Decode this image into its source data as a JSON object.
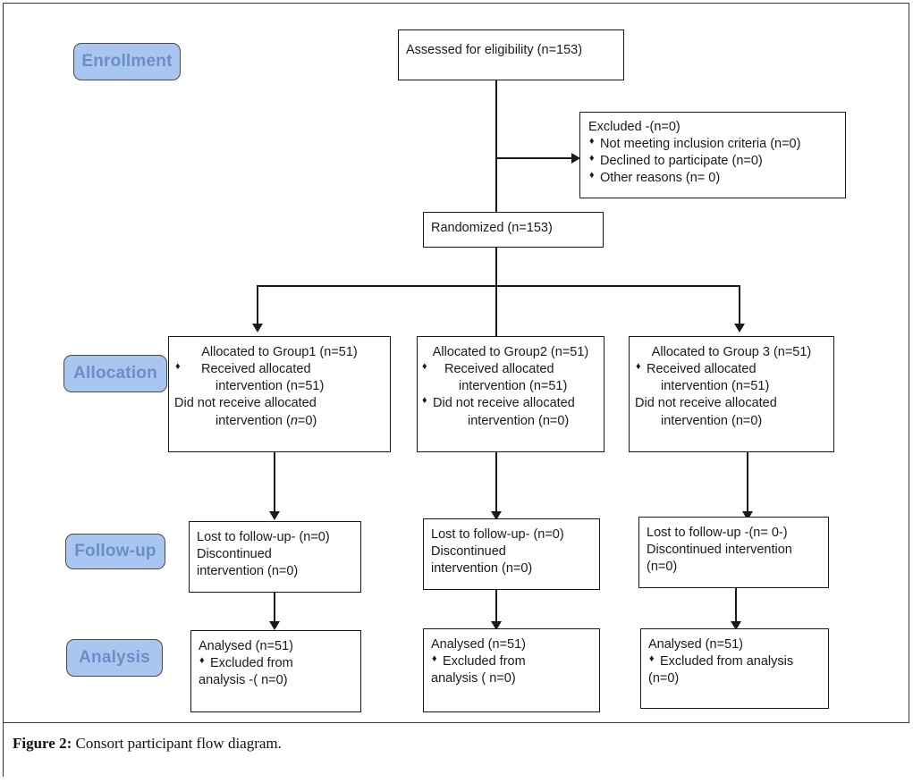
{
  "figure": {
    "caption_label": "Figure 2:",
    "caption_text": " Consort participant flow diagram."
  },
  "colors": {
    "stage_fill": "#a8c6f0",
    "stage_text": "#6a8fc7",
    "box_border": "#1a1a1a",
    "connector": "#1a1a1a"
  },
  "stages": [
    {
      "id": "enrollment",
      "label": "Enrollment"
    },
    {
      "id": "allocation",
      "label": "Allocation"
    },
    {
      "id": "followup",
      "label": "Follow-up"
    },
    {
      "id": "analysis",
      "label": "Analysis"
    }
  ],
  "nodes": {
    "assessed": {
      "line1": "Assessed for eligibility (n=153)"
    },
    "excluded": {
      "title": "Excluded -(n=0)",
      "bullets": [
        "Not meeting inclusion criteria (n=0)",
        "Declined to participate (n=0)",
        "Other reasons (n= 0)"
      ]
    },
    "randomized": {
      "line1": "Randomized (n=153)"
    },
    "alloc_g1": {
      "title": "Allocated to Group1 (n=51)",
      "bullet1_l1": "Received allocated",
      "bullet1_l2": "intervention (n=51)",
      "plain_l1": "Did not receive allocated",
      "plain_l2_pre": "intervention (",
      "plain_l2_ital": "n",
      "plain_l2_post": "=0)"
    },
    "alloc_g2": {
      "title": "Allocated to Group2 (n=51)",
      "bullet1_l1": "Received allocated",
      "bullet1_l2": "intervention (n=51)",
      "bullet2_l1": "Did not receive allocated",
      "bullet2_l2": "intervention (n=0)"
    },
    "alloc_g3": {
      "title": "Allocated to Group 3 (n=51)",
      "bullet1_l1": "Received allocated",
      "bullet1_l2": "intervention (n=51)",
      "plain_l1": "Did not receive allocated",
      "plain_l2": "intervention (n=0)"
    },
    "follow_g1": {
      "line1": "Lost to follow-up- (n=0)",
      "line2": "Discontinued",
      "line3": "intervention (n=0)"
    },
    "follow_g2": {
      "line1": "Lost to follow-up- (n=0)",
      "line2": "Discontinued",
      "line3": "intervention (n=0)"
    },
    "follow_g3": {
      "line1": "Lost to follow-up -(n= 0-)",
      "line2": "Discontinued intervention",
      "line3": "(n=0)"
    },
    "analysis_g1": {
      "title": "Analysed (n=51)",
      "bullet_l1": "Excluded from",
      "bullet_l2": "analysis -( n=0)"
    },
    "analysis_g2": {
      "title": "Analysed (n=51)",
      "bullet_l1": "Excluded from",
      "bullet_l2": "analysis ( n=0)"
    },
    "analysis_g3": {
      "title": "Analysed (n=51)",
      "bullet_l1": "Excluded from analysis",
      "bullet_l2": "(n=0)"
    }
  }
}
